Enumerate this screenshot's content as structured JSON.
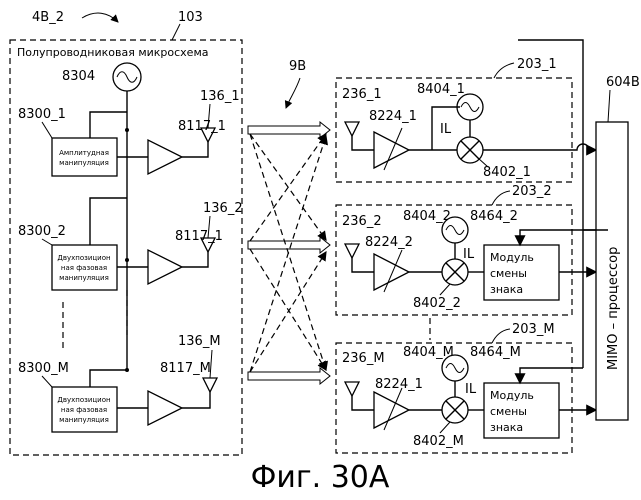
{
  "figure": {
    "caption": "Фиг. 30А",
    "labels": {
      "module_ref": "4B_2",
      "chip_ref": "103",
      "chip_title": "Полупроводниковая микросхема",
      "osc_ref": "8304",
      "mod1_ref": "8300_1",
      "mod2_ref": "8300_2",
      "modM_ref": "8300_M",
      "amp1_ref": "8117_1",
      "amp2_ref": "8117_1",
      "ampM_ref": "8117_M",
      "ant1_ref": "136_1",
      "ant2_ref": "136_2",
      "antM_ref": "136_M",
      "channel_ref": "9B",
      "rx1_ref": "203_1",
      "rx2_ref": "203_2",
      "rxM_ref": "203_M",
      "mimo_ref": "604B",
      "mimo_label": "MIMO – процессор",
      "r1_ant": "236_1",
      "r1_amp": "8224_1",
      "r1_osc": "8404_1",
      "r1_mix": "8402_1",
      "r1_il": "IL",
      "r2_ant": "236_2",
      "r2_amp": "8224_2",
      "r2_osc": "8404_2",
      "r2_inv": "8464_2",
      "r2_mix": "8402_2",
      "r2_il": "IL",
      "rM_ant": "236_M",
      "rM_amp": "8224_1",
      "rM_osc": "8404_M",
      "rM_inv": "8464_M",
      "rM_mix": "8402_M",
      "rM_il": "IL"
    },
    "blocks": {
      "mod1_l1": "Амплитудная",
      "mod1_l2": "манипуляция",
      "mod2_l1": "Двухпозицион",
      "mod2_l2": "ная фазовая",
      "mod2_l3": "манипуляция",
      "modM_l1": "Двухпозицион",
      "modM_l2": "ная фазовая",
      "modM_l3": "манипуляция",
      "inv2_l1": "Модуль",
      "inv2_l2": "смены",
      "inv2_l3": "знака",
      "invM_l1": "Модуль",
      "invM_l2": "смены",
      "invM_l3": "знака"
    }
  }
}
